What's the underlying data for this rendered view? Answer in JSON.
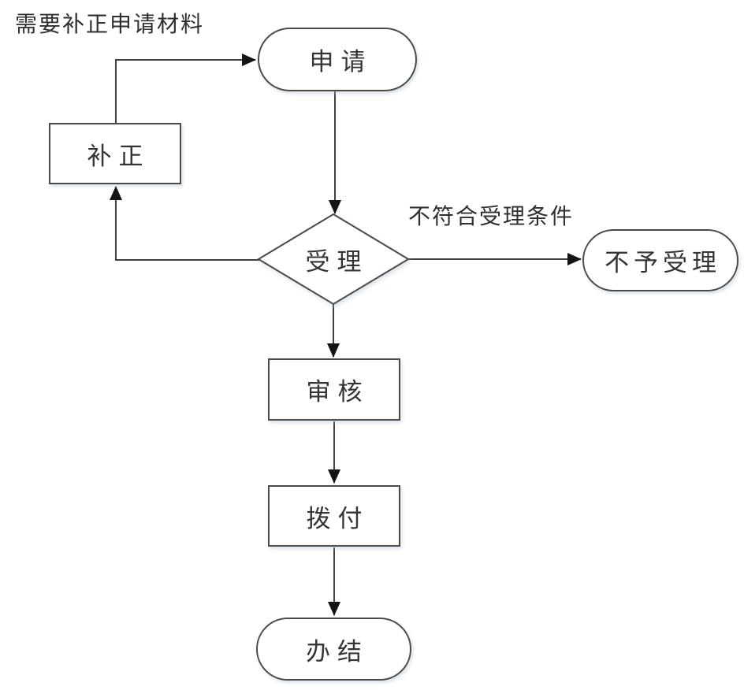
{
  "diagram": {
    "type": "flowchart",
    "nodes": [
      {
        "id": "apply",
        "label": "申请",
        "shape": "terminator"
      },
      {
        "id": "supplement",
        "label": "补正",
        "shape": "process"
      },
      {
        "id": "accept",
        "label": "受理",
        "shape": "decision"
      },
      {
        "id": "reject",
        "label": "不予受理",
        "shape": "terminator"
      },
      {
        "id": "review",
        "label": "审核",
        "shape": "process"
      },
      {
        "id": "disburse",
        "label": "拨付",
        "shape": "process"
      },
      {
        "id": "complete",
        "label": "办结",
        "shape": "terminator"
      }
    ],
    "labels": {
      "need_supplement": "需要补正申请材料",
      "not_qualified": "不符合受理条件"
    },
    "edges": [
      {
        "from": "申请",
        "to": "受理",
        "label": ""
      },
      {
        "from": "受理",
        "to": "不予受理",
        "label": "不符合受理条件"
      },
      {
        "from": "受理",
        "to": "补正",
        "label": ""
      },
      {
        "from": "补正",
        "to": "申请",
        "label": "需要补正申请材料"
      },
      {
        "from": "受理",
        "to": "审核",
        "label": ""
      },
      {
        "from": "审核",
        "to": "拨付",
        "label": ""
      },
      {
        "from": "拨付",
        "to": "办结",
        "label": ""
      }
    ],
    "colors": {
      "line": "#3f3f3f",
      "arrowhead": "#141414",
      "shape_border": "#4a4a4a",
      "shape_fill": "#ffffff",
      "text": "#343434",
      "background": "#ffffff"
    }
  }
}
